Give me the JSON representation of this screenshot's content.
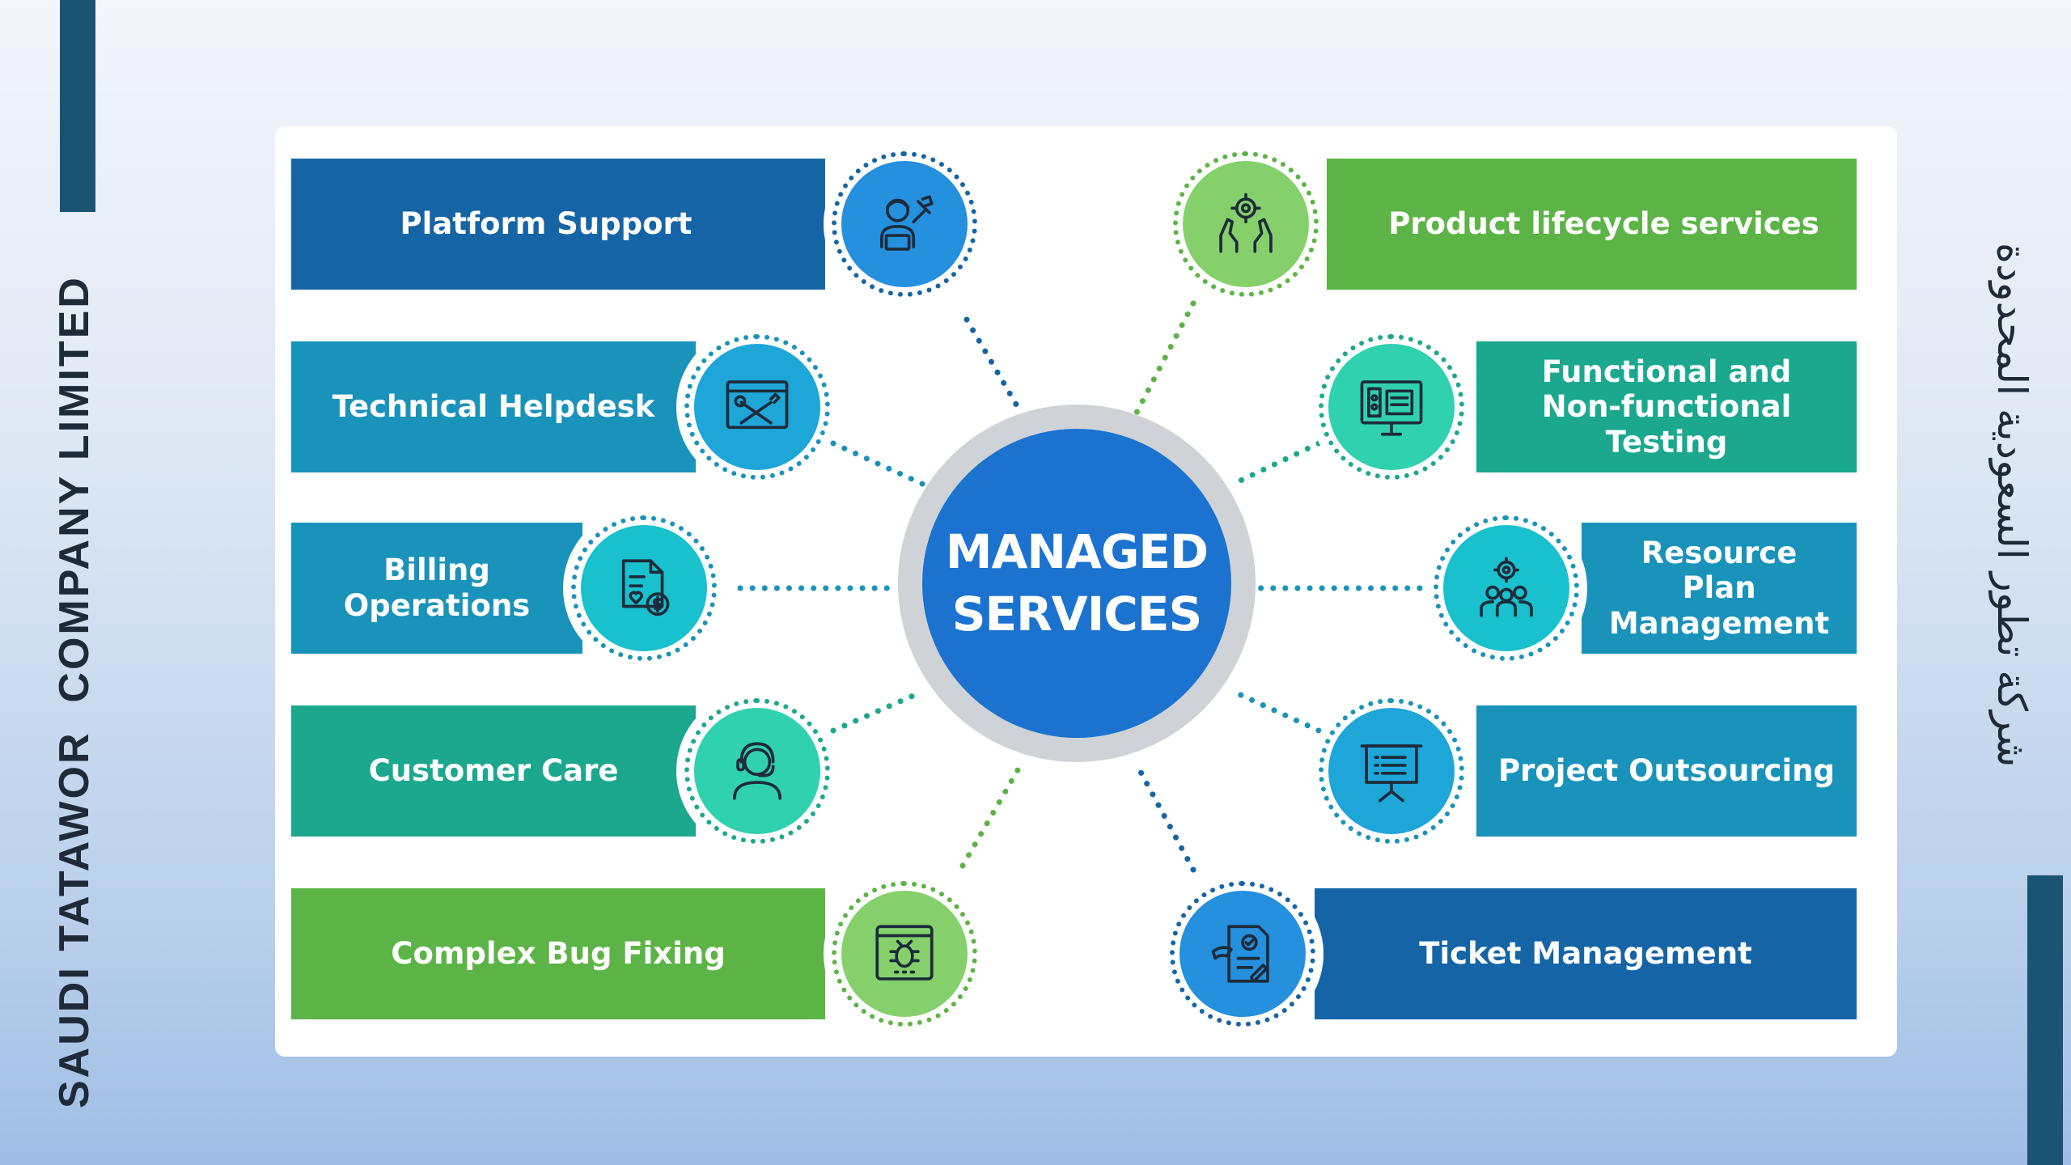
{
  "left_vertical_text": "SAUDI TATAWOR  COMPANY LIMITED",
  "right_vertical_text": "شركة تطور السعودية المحدودة",
  "center": {
    "line1": "MANAGED",
    "line2": "SERVICES"
  },
  "services_left": [
    {
      "lines": [
        "Platform Support"
      ],
      "icon": "technician-icon"
    },
    {
      "lines": [
        "Technical Helpdesk"
      ],
      "icon": "tools-icon"
    },
    {
      "lines": [
        "Billing",
        "Operations"
      ],
      "icon": "billing-icon"
    },
    {
      "lines": [
        "Customer Care"
      ],
      "icon": "headset-agent-icon"
    },
    {
      "lines": [
        "Complex Bug Fixing"
      ],
      "icon": "bug-icon"
    }
  ],
  "services_right": [
    {
      "lines": [
        "Product lifecycle services"
      ],
      "icon": "gear-hands-icon"
    },
    {
      "lines": [
        "Functional and",
        "Non-functional",
        "Testing"
      ],
      "icon": "testing-monitor-icon"
    },
    {
      "lines": [
        "Resource",
        "Plan",
        "Management"
      ],
      "icon": "team-gear-icon"
    },
    {
      "lines": [
        "Project Outsourcing"
      ],
      "icon": "presentation-board-icon"
    },
    {
      "lines": [
        "Ticket Management"
      ],
      "icon": "ticket-document-icon"
    }
  ],
  "colors": {
    "side_bar": "#1a5472",
    "dark_blue": "#1565a6",
    "teal_blue": "#1a93ba",
    "teal": "#1ba88e",
    "green": "#5cb446",
    "hub_blue": "#1b73cf",
    "hub_ring": "#cfd3d8"
  }
}
